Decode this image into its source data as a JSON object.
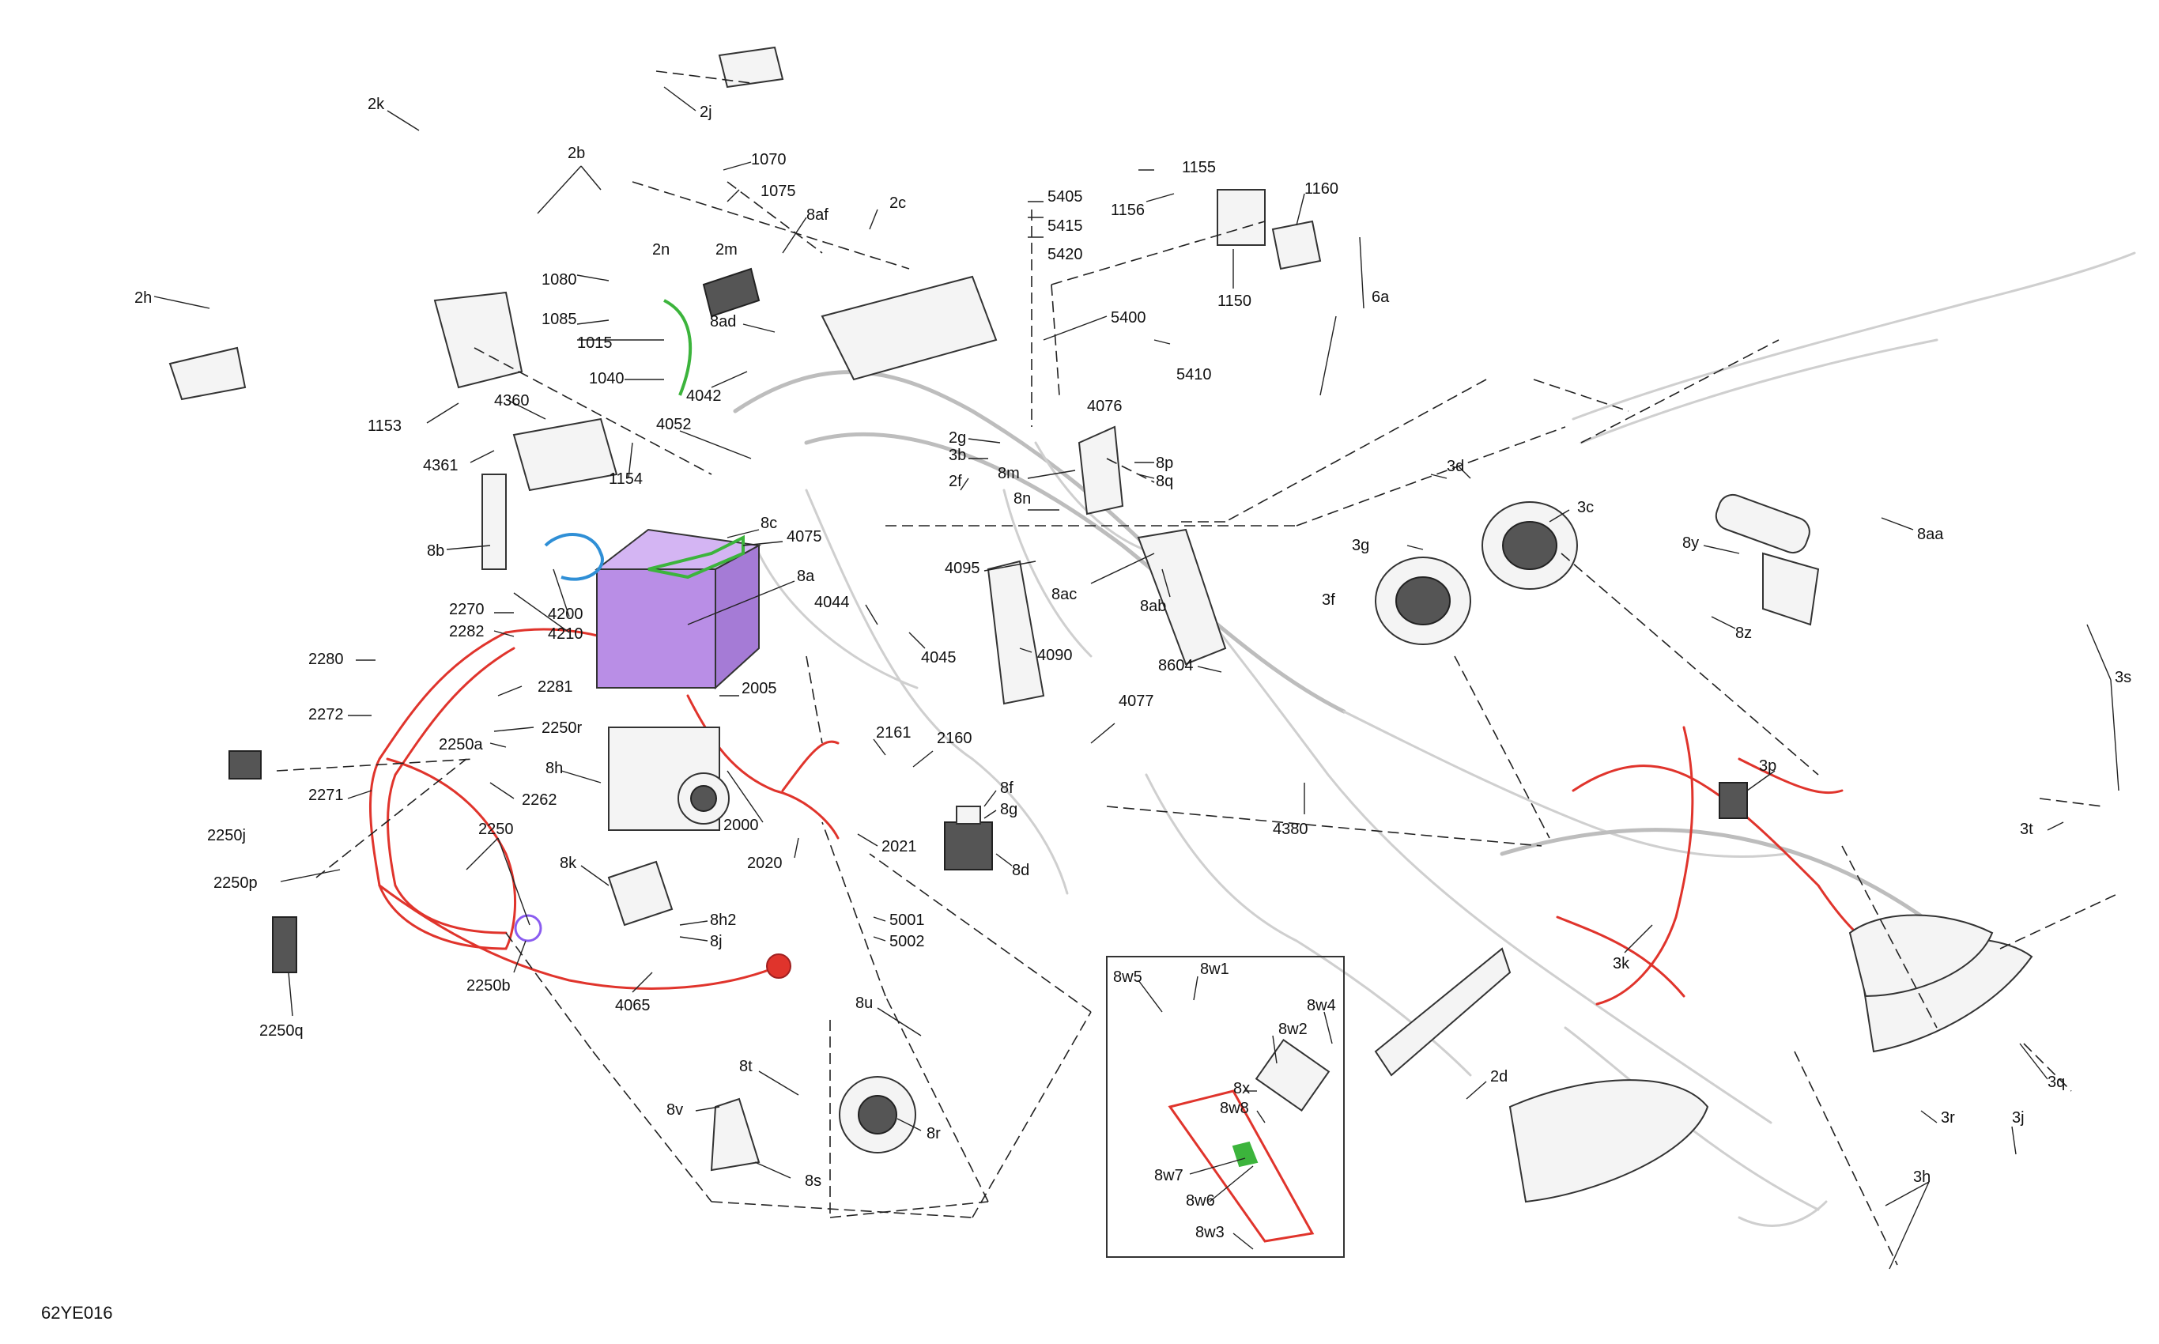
{
  "figure_id": "62YE016",
  "callouts": {
    "c2k": "2k",
    "c2j": "2j",
    "c2h": "2h",
    "c2b": "2b",
    "c2n": "2n",
    "c2m": "2m",
    "c1070": "1070",
    "c1075": "1075",
    "c8af": "8af",
    "c2c": "2c",
    "c1080": "1080",
    "c1085": "1085",
    "c1015": "1015",
    "c1040": "1040",
    "c8ad": "8ad",
    "c4042": "4042",
    "c1153": "1153",
    "c4360": "4360",
    "c4361": "4361",
    "c4052": "4052",
    "c1154": "1154",
    "c5405": "5405",
    "c5415": "5415",
    "c5420": "5420",
    "c5400": "5400",
    "c5410": "5410",
    "c4076": "4076",
    "c1155": "1155",
    "c1156": "1156",
    "c1160": "1160",
    "c1150": "1150",
    "c6a": "6a",
    "c2g": "2g",
    "c3b": "3b",
    "c2f": "2f",
    "c8m": "8m",
    "c8n": "8n",
    "c8p": "8p",
    "c8q": "8q",
    "c8b": "8b",
    "c8c": "8c",
    "c4075": "4075",
    "c8a": "8a",
    "c4200": "4200",
    "c4210": "4210",
    "c2270": "2270",
    "c2282": "2282",
    "c4095": "4095",
    "c8ac": "8ac",
    "c8ab": "8ab",
    "c4044": "4044",
    "c4045": "4045",
    "c4090": "4090",
    "c8604": "8604",
    "c3d": "3d",
    "c3c": "3c",
    "c3g": "3g",
    "c3f": "3f",
    "c8y": "8y",
    "c8aa": "8aa",
    "c8z": "8z",
    "c2280": "2280",
    "c2281": "2281",
    "c2272": "2272",
    "c2250r": "2250r",
    "c2250a": "2250a",
    "c2005": "2005",
    "c4077": "4077",
    "c2161": "2161",
    "c2160": "2160",
    "c2271": "2271",
    "c2262": "2262",
    "c2250j": "2250j",
    "c8h": "8h",
    "c8f": "8f",
    "c8g": "8g",
    "c2250": "2250",
    "c2000": "2000",
    "c2021": "2021",
    "c2020": "2020",
    "c8k": "8k",
    "c8d": "8d",
    "c2250p": "2250p",
    "c4380": "4380",
    "c3p": "3p",
    "c3s": "3s",
    "c3t": "3t",
    "c8h2": "8h2",
    "c8j": "8j",
    "c5001": "5001",
    "c5002": "5002",
    "c2250b": "2250b",
    "c4065": "4065",
    "c2250q": "2250q",
    "c3k": "3k",
    "c8w5": "8w5",
    "c8w1": "8w1",
    "c8w4": "8w4",
    "c8w2": "8w2",
    "c8x": "8x",
    "c8w8": "8w8",
    "c8w7": "8w7",
    "c8w6": "8w6",
    "c8w3": "8w3",
    "c8u": "8u",
    "c8t": "8t",
    "c8v": "8v",
    "c8r": "8r",
    "c8s": "8s",
    "c2d": "2d",
    "c3q": "3q",
    "c3r": "3r",
    "c3j": "3j",
    "c3h": "3h"
  },
  "colors": {
    "harness_main": "#bdbdbd",
    "harness_negative": "#e0342c",
    "battery": "#b98ee6",
    "bracket_green": "#3cb43c",
    "clamp_blue": "#2f8fd6",
    "clip_purple": "#8a5cf0",
    "line": "#222222"
  }
}
